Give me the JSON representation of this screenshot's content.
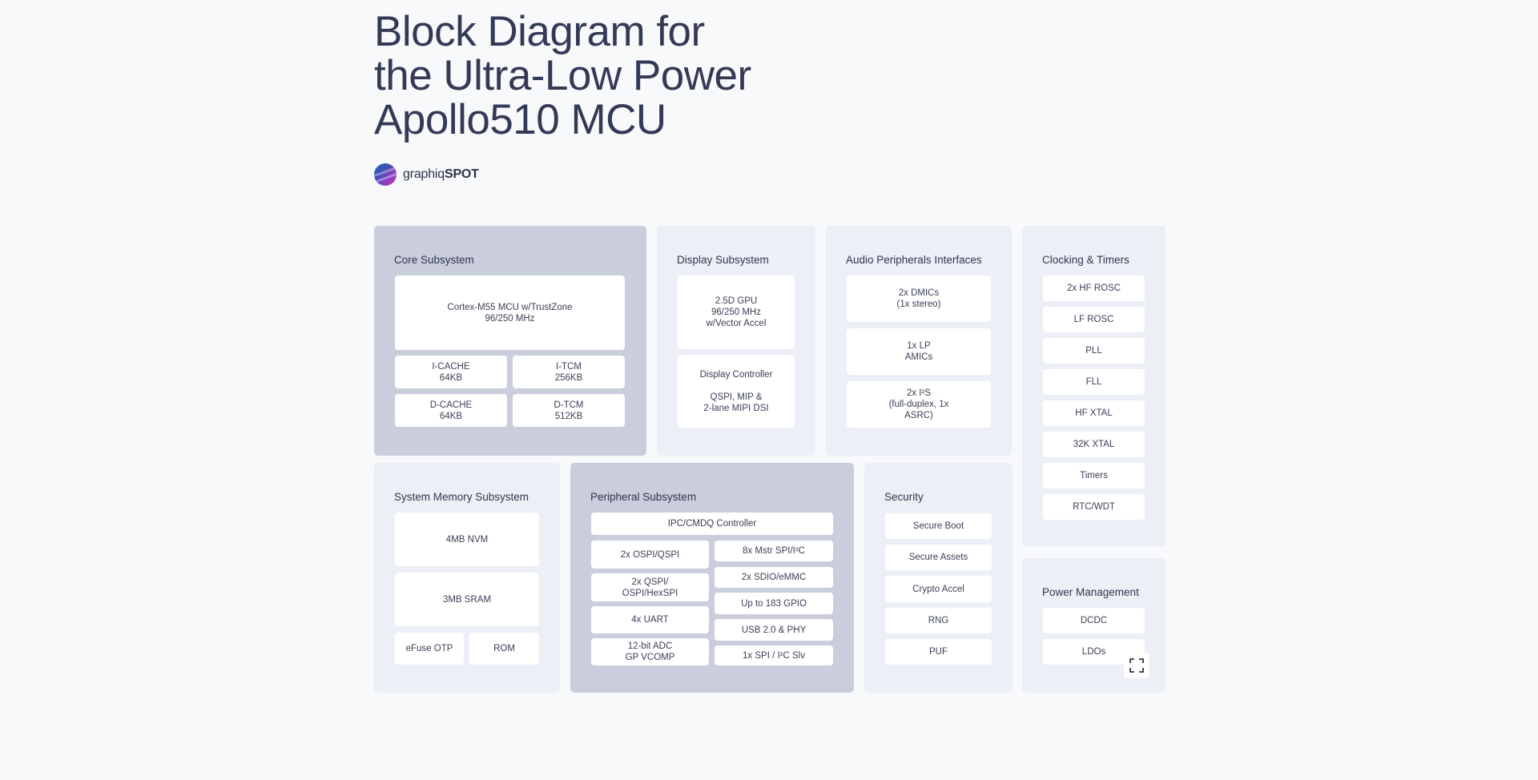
{
  "title": {
    "line1": "Block Diagram for",
    "line2": "the Ultra-Low Power",
    "line3": "Apollo510 MCU"
  },
  "brand": {
    "prefix": "graphiq",
    "suffix": "SPOT"
  },
  "core": {
    "title": "Core Subsystem",
    "cpu": {
      "line1": "Cortex-M55 MCU w/TrustZone",
      "line2": "96/250 MHz"
    },
    "icache": {
      "line1": "I-CACHE",
      "line2": "64KB"
    },
    "itcm": {
      "line1": "I-TCM",
      "line2": "256KB"
    },
    "dcache": {
      "line1": "D-CACHE",
      "line2": "64KB"
    },
    "dtcm": {
      "line1": "D-TCM",
      "line2": "512KB"
    }
  },
  "display": {
    "title": "Display Subsystem",
    "gpu": {
      "line1": "2.5D GPU",
      "line2": "96/250 MHz",
      "line3": "w/Vector Accel"
    },
    "controller": {
      "line1": "Display Controller",
      "line2": "QSPI, MIP &",
      "line3": "2-lane MIPI DSI"
    }
  },
  "audio": {
    "title": "Audio Peripherals Interfaces",
    "dmic": {
      "line1": "2x DMICs",
      "line2": "(1x stereo)"
    },
    "amic": {
      "line1": "1x LP",
      "line2": "AMICs"
    },
    "i2s": {
      "line1": "2x I²S",
      "line2": "(full-duplex, 1x",
      "line3": "ASRC)"
    }
  },
  "clocking": {
    "title": "Clocking & Timers",
    "items": [
      "2x HF ROSC",
      "LF ROSC",
      "PLL",
      "FLL",
      "HF XTAL",
      "32K XTAL",
      "Timers",
      "RTC/WDT"
    ]
  },
  "memory": {
    "title": "System Memory Subsystem",
    "nvm": "4MB NVM",
    "sram": "3MB SRAM",
    "efuse": "eFuse OTP",
    "rom": "ROM"
  },
  "peripheral": {
    "title": "Peripheral Subsystem",
    "ipc": "IPC/CMDQ Controller",
    "left": [
      {
        "line1": "2x OSPI/QSPI",
        "line2": ""
      },
      {
        "line1": "2x QSPI/",
        "line2": "OSPI/HexSPI"
      },
      {
        "line1": "4x UART",
        "line2": ""
      },
      {
        "line1": "12-bit ADC",
        "line2": "GP VCOMP"
      }
    ],
    "right": [
      "8x Mstr SPI/I²C",
      "2x SDIO/eMMC",
      "Up to 183 GPIO",
      "USB 2.0 & PHY",
      "1x SPI / I²C Slv"
    ]
  },
  "security": {
    "title": "Security",
    "items": [
      "Secure Boot",
      "Secure Assets",
      "Crypto Accel",
      "RNG",
      "PUF"
    ]
  },
  "power": {
    "title": "Power Management",
    "items": [
      "DCDC",
      "LDOs"
    ]
  },
  "colors": {
    "background": "#f8f9fb",
    "panel_light": "#eceff6",
    "panel_dark": "#c9cddc",
    "block": "#ffffff",
    "title_text": "#323a56"
  },
  "icons": {
    "expand": "expand-fullscreen-icon"
  }
}
